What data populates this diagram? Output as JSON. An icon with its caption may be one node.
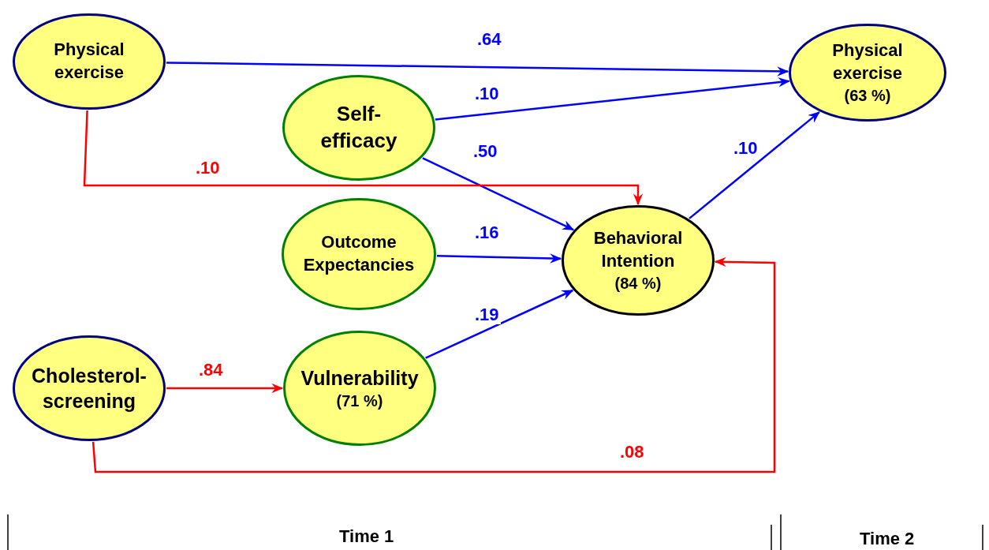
{
  "diagram": {
    "nodes": [
      {
        "text": [
          "Physical exercise"
        ]
      },
      {
        "text": [
          "Self-efficacy"
        ]
      },
      {
        "text": [
          "Outcome Expectancies"
        ]
      },
      {
        "text": [
          "Cholesterol-screening"
        ]
      },
      {
        "text": [
          "Vulnerability",
          "(71 %)"
        ]
      },
      {
        "text": [
          "Behavioral Intention",
          "(84 %)"
        ]
      },
      {
        "text": [
          "Physical exercise",
          "(63 %)"
        ]
      }
    ],
    "edges": [
      {
        "from": 0,
        "to": 6,
        "arrow": "to",
        "label": ".64"
      },
      {
        "from": 1,
        "to": 6,
        "arrow": "to",
        "label": ".10"
      },
      {
        "from": 1,
        "to": 5,
        "arrow": "to",
        "label": ".50"
      },
      {
        "from": 2,
        "to": 5,
        "arrow": "to",
        "label": ".16"
      },
      {
        "from": 4,
        "to": 5,
        "arrow": "to",
        "label": ".19"
      },
      {
        "from": 5,
        "to": 6,
        "arrow": "to",
        "label": ".10"
      },
      {
        "from": 0,
        "to": 5,
        "arrow": "to",
        "label": ".10",
        "color": "#ff0000"
      },
      {
        "from": 3,
        "to": 4,
        "arrow": "to",
        "label": ".84",
        "color": "#ff0000"
      },
      {
        "from": 3,
        "to": 5,
        "arrow": "to",
        "label": ".08",
        "color": "#ff0000"
      }
    ],
    "labels": [
      "Time 1",
      "Time 2"
    ]
  }
}
